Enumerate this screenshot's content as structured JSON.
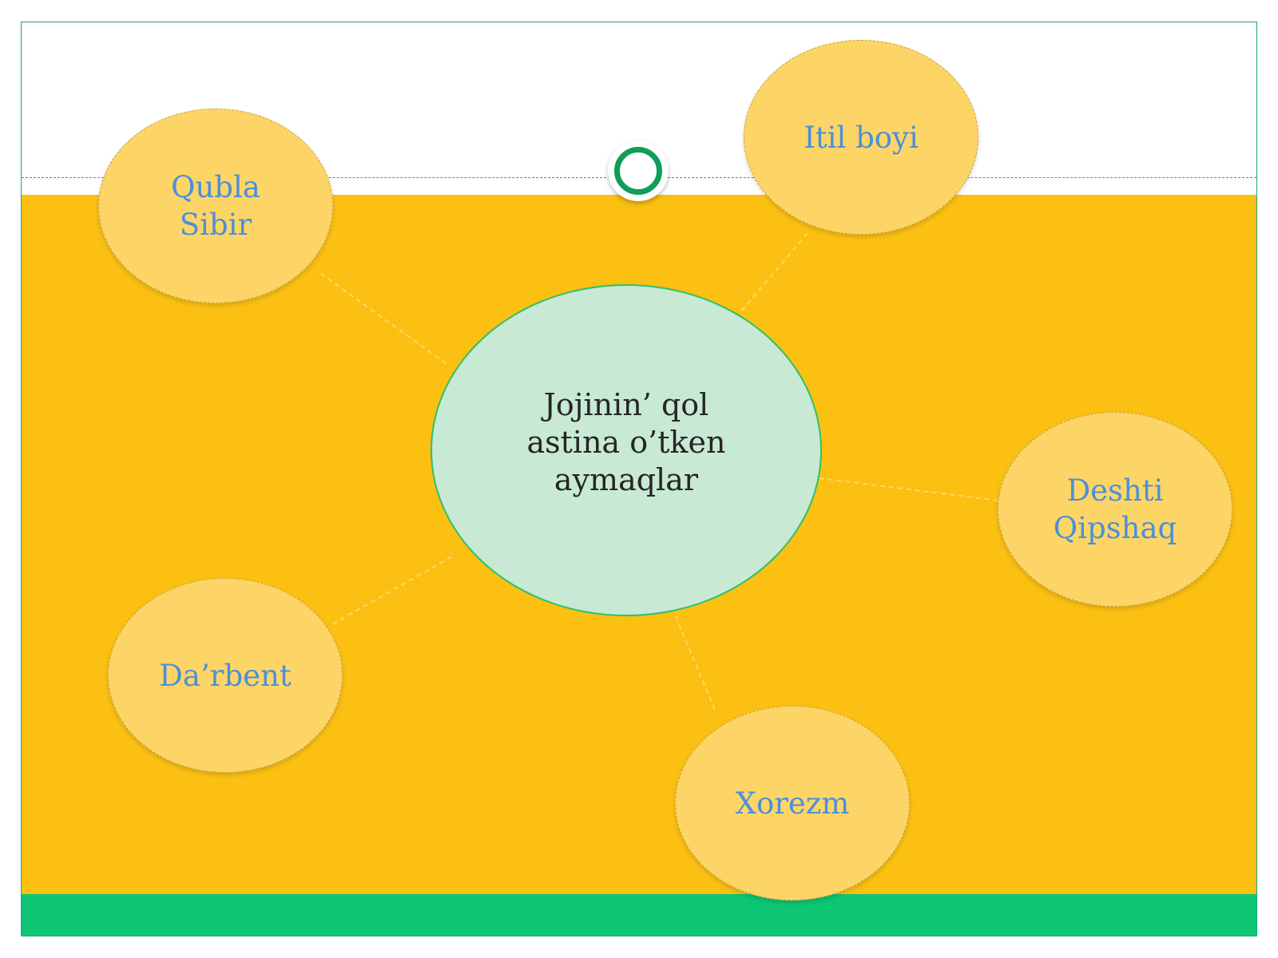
{
  "diagram": {
    "center": {
      "text": "Jojinin’ qol\nastina o’tken\naymaqlar"
    },
    "nodes": [
      {
        "id": "qubla-sibir",
        "text": "Qubla\nSibir"
      },
      {
        "id": "itil-boyi",
        "text": "Itil boyi"
      },
      {
        "id": "deshti-qipshaq",
        "text": "Deshti\nQipshaq"
      },
      {
        "id": "darbent",
        "text": "Da’rbent"
      },
      {
        "id": "xorezm",
        "text": "Xorezm"
      }
    ]
  },
  "colors": {
    "background_band": "#fbc012",
    "footer_band": "#0dc674",
    "node_fill": "#fdd566",
    "node_text": "#4a90d9",
    "center_fill": "#c8e9d3",
    "center_border": "#2fbf6a",
    "ring": "#0f9d58"
  }
}
